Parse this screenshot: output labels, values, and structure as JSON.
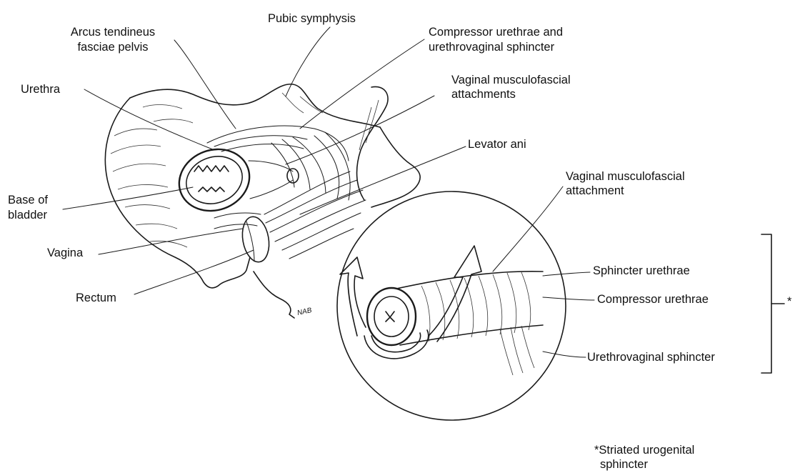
{
  "labels": {
    "pubic_symphysis": "Pubic symphysis",
    "arcus_line1": "Arcus tendineus",
    "arcus_line2": "fasciae pelvis",
    "compressor_uv_line1": "Compressor urethrae and",
    "compressor_uv_line2": "urethrovaginal sphincter",
    "urethra": "Urethra",
    "vaginal_mf_attachments_line1": "Vaginal musculofascial",
    "vaginal_mf_attachments_line2": "attachments",
    "levator_ani": "Levator ani",
    "vaginal_mf_attachment_line1": "Vaginal musculofascial",
    "vaginal_mf_attachment_line2": "attachment",
    "base_of_bladder_line1": "Base of",
    "base_of_bladder_line2": "bladder",
    "vagina": "Vagina",
    "rectum": "Rectum",
    "sphincter_urethrae": "Sphincter urethrae",
    "compressor_urethrae": "Compressor urethrae",
    "urethrovaginal_sphincter": "Urethrovaginal sphincter",
    "bracket_asterisk": "*",
    "footnote_line1": "*Striated urogenital",
    "footnote_line2": "sphincter",
    "artist_initials": "NAB"
  }
}
